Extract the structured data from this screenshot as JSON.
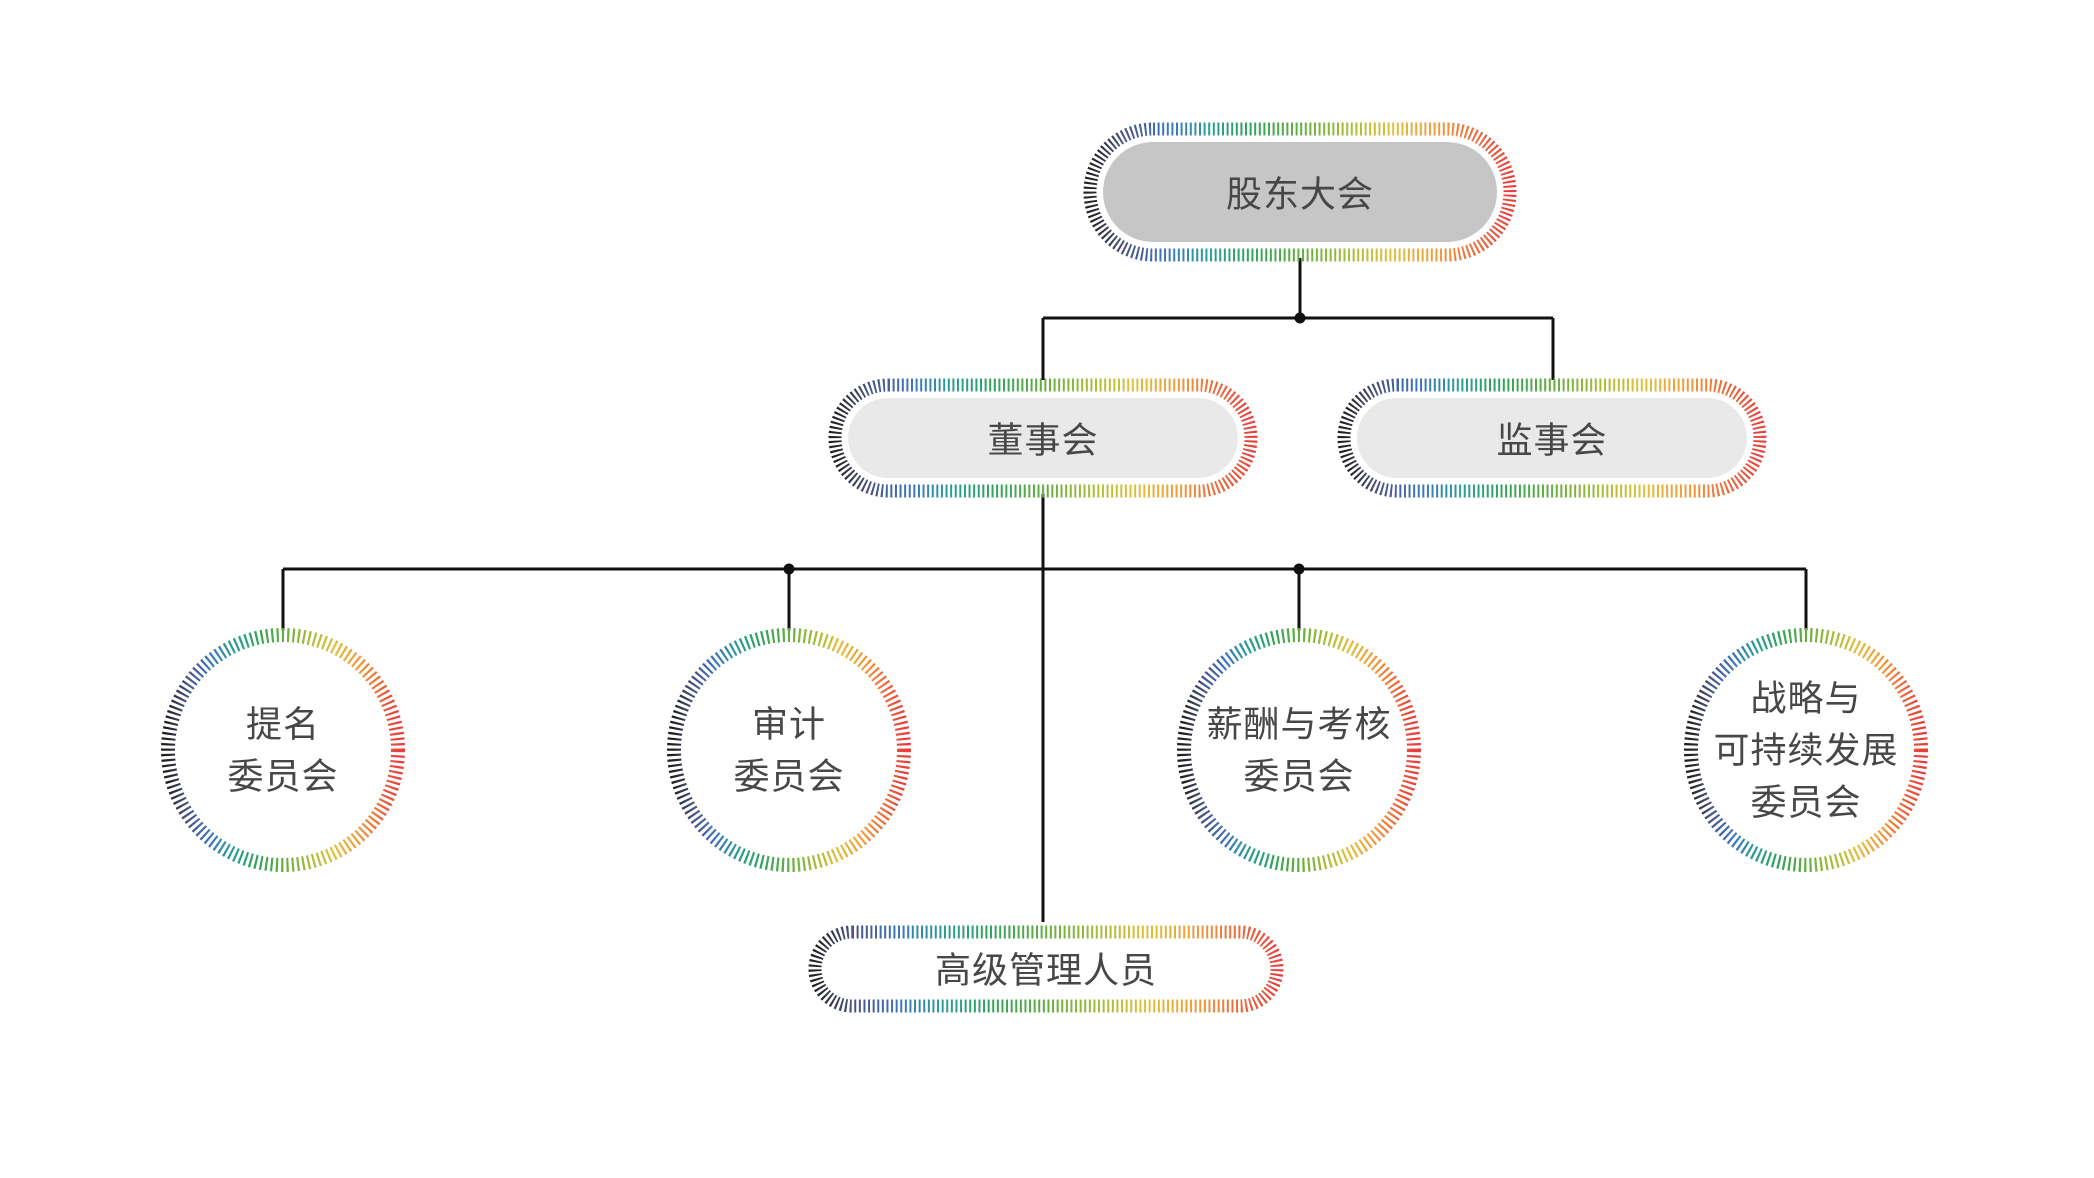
{
  "nodes": {
    "shareholders": {
      "label": "股东大会"
    },
    "board": {
      "label": "董事会"
    },
    "supervisors": {
      "label": "监事会"
    },
    "committees": [
      {
        "lines": [
          "提名",
          "委员会"
        ]
      },
      {
        "lines": [
          "审计",
          "委员会"
        ]
      },
      {
        "lines": [
          "薪酬与考核",
          "委员会"
        ]
      },
      {
        "lines": [
          "战略与",
          "可持续发展",
          "委员会"
        ]
      }
    ],
    "senior_management": {
      "label": "高级管理人员"
    }
  },
  "colors": {
    "tick_gradient_stops": [
      "#212121",
      "#4a5380",
      "#3e74c0",
      "#2a9d96",
      "#2fa45c",
      "#63ad3f",
      "#a9bd37",
      "#e2bf3a",
      "#f09a3c",
      "#e73f3b"
    ],
    "shareholders_fill": "#c6c6c6",
    "level2_fill": "#e9e9e9",
    "text": "#474747",
    "connector_line": "#111111",
    "background": "#ffffff"
  }
}
